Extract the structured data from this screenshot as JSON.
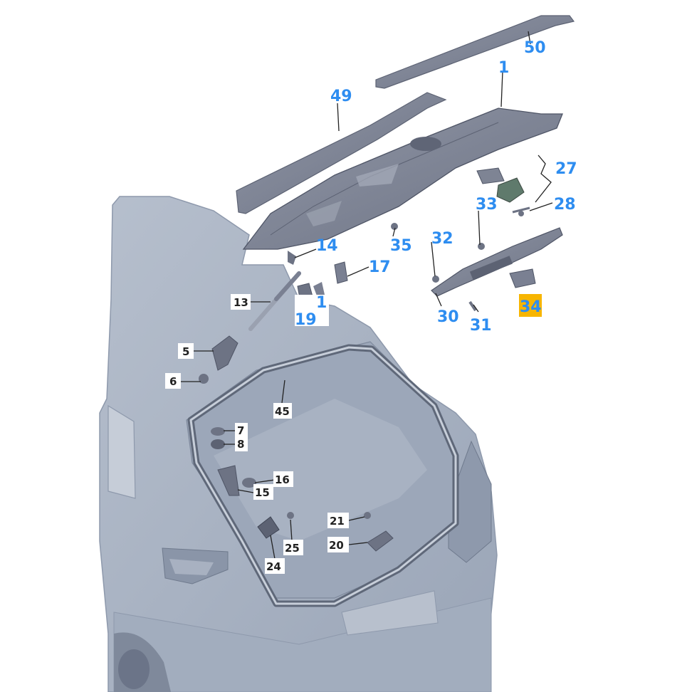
{
  "diagram": {
    "colors": {
      "body": "#a9b3c3",
      "body_shadow": "#8e99ac",
      "part": "#7d8394",
      "part_dark": "#5c6273",
      "part_green": "#5f7a6c",
      "label_blue": "#2e8df0",
      "label_dark": "#222222",
      "highlight": "#f7b500"
    },
    "callouts_blue": {
      "c50": "50",
      "c1": "1",
      "c49": "49",
      "c27": "27",
      "c28": "28",
      "c33": "33",
      "c32": "32",
      "c35": "35",
      "c14": "14",
      "c17": "17",
      "c1b": "1",
      "c19": "19",
      "c30": "30",
      "c31": "31",
      "c34": "34"
    },
    "callouts_dark": {
      "c13": "13",
      "c5": "5",
      "c6": "6",
      "c45": "45",
      "c7": "7",
      "c8": "8",
      "c16": "16",
      "c15": "15",
      "c21": "21",
      "c20": "20",
      "c25": "25",
      "c24": "24"
    }
  }
}
